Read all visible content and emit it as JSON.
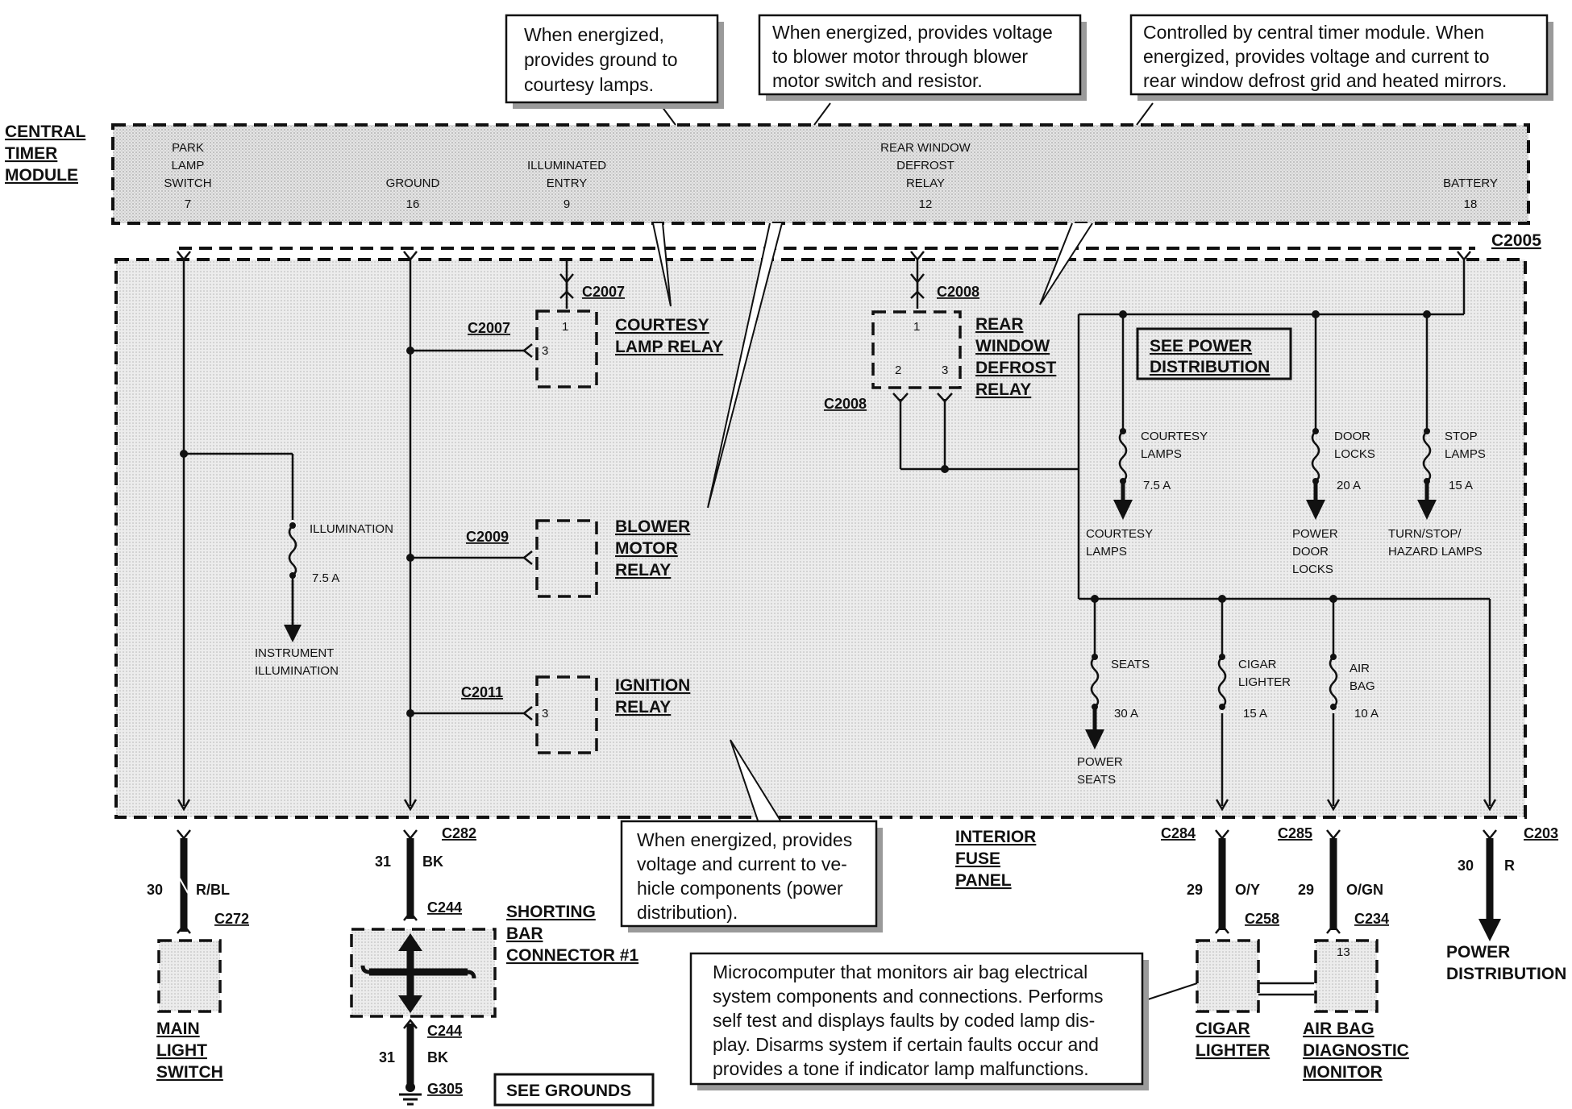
{
  "central_timer_module": {
    "title_lines": [
      "CENTRAL",
      "TIMER",
      "MODULE"
    ],
    "pins": [
      {
        "lines": [
          "PARK",
          "LAMP",
          "SWITCH"
        ],
        "pin": "7"
      },
      {
        "lines": [
          "GROUND"
        ],
        "pin": "16"
      },
      {
        "lines": [
          "ILLUMINATED",
          "ENTRY"
        ],
        "pin": "9"
      },
      {
        "lines": [
          "REAR WINDOW",
          "DEFROST",
          "RELAY"
        ],
        "pin": "12"
      },
      {
        "lines": [
          "BATTERY"
        ],
        "pin": "18"
      }
    ]
  },
  "callouts": {
    "courtesy": [
      "When energized,",
      "provides ground to",
      "courtesy lamps."
    ],
    "blower": [
      "When energized, provides voltage",
      "to blower motor through  blower",
      "motor switch and resistor."
    ],
    "defrost": [
      "Controlled by central timer module. When",
      "energized, provides voltage and current to",
      "rear window defrost grid and heated mirrors."
    ],
    "ignition": [
      "When energized, provides",
      "voltage and current to ve-",
      "hicle components (power",
      "distribution)."
    ],
    "airbag": [
      "Microcomputer that monitors air bag electrical",
      "system components and connections. Performs",
      "self test and displays faults by coded lamp dis-",
      "play. Disarms system if certain faults occur and",
      "provides a tone if indicator lamp malfunctions."
    ]
  },
  "connectors": {
    "c2005": "C2005",
    "c2007_top": "C2007",
    "c2007_left": "C2007",
    "c2008_top": "C2008",
    "c2008_left": "C2008",
    "c2009": "C2009",
    "c2011": "C2011",
    "c282": "C282",
    "c272": "C272",
    "c244_top": "C244",
    "c244_bottom": "C244",
    "g305": "G305",
    "c284": "C284",
    "c285": "C285",
    "c203": "C203",
    "c258": "C258",
    "c234": "C234"
  },
  "relays": {
    "courtesy": {
      "lines": [
        "COURTESY",
        "LAMP RELAY"
      ],
      "pin_top": "1",
      "pin_side": "3"
    },
    "defrost": {
      "lines": [
        "REAR",
        "WINDOW",
        "DEFROST",
        "RELAY"
      ],
      "pin_top": "1",
      "pin_a": "2",
      "pin_b": "3"
    },
    "blower": {
      "lines": [
        "BLOWER",
        "MOTOR",
        "RELAY"
      ]
    },
    "ignition": {
      "lines": [
        "IGNITION",
        "RELAY"
      ],
      "pin_side": "3"
    }
  },
  "fuses": {
    "illumination": {
      "name": "ILLUMINATION",
      "rating": "7.5 A",
      "dest": [
        "INSTRUMENT",
        "ILLUMINATION"
      ]
    },
    "courtesy": {
      "name": [
        "COURTESY",
        "LAMPS"
      ],
      "rating": "7.5 A",
      "dest": [
        "COURTESY",
        "LAMPS"
      ]
    },
    "door": {
      "name": [
        "DOOR",
        "LOCKS"
      ],
      "rating": "20 A",
      "dest": [
        "POWER",
        "DOOR",
        "LOCKS"
      ]
    },
    "stop": {
      "name": [
        "STOP",
        "LAMPS"
      ],
      "rating": "15 A",
      "dest": [
        "TURN/STOP/",
        "HAZARD LAMPS"
      ]
    },
    "seats": {
      "name": "SEATS",
      "rating": "30 A",
      "dest": [
        "POWER",
        "SEATS"
      ]
    },
    "cigar": {
      "name": [
        "CIGAR",
        "LIGHTER"
      ],
      "rating": "15 A"
    },
    "airbag": {
      "name": [
        "AIR",
        "BAG"
      ],
      "rating": "10 A"
    }
  },
  "see_power_distribution": [
    "SEE POWER",
    "DISTRIBUTION"
  ],
  "interior_fuse_panel": [
    "INTERIOR",
    "FUSE",
    "PANEL"
  ],
  "wires": {
    "main": {
      "circuit": "30",
      "color": "R/BL"
    },
    "ground_top": {
      "circuit": "31",
      "color": "BK"
    },
    "ground_bottom": {
      "circuit": "31",
      "color": "BK"
    },
    "cigar": {
      "circuit": "29",
      "color": "O/Y"
    },
    "airbag": {
      "circuit": "29",
      "color": "O/GN"
    },
    "battery": {
      "circuit": "30",
      "color": "R"
    }
  },
  "components": {
    "main_light_switch": [
      "MAIN",
      "LIGHT",
      "SWITCH"
    ],
    "shorting_bar": [
      "SHORTING",
      "BAR",
      "CONNECTOR #1"
    ],
    "cigar_lighter": [
      "CIGAR",
      "LIGHTER"
    ],
    "airbag_monitor": [
      "AIR BAG",
      "DIAGNOSTIC",
      "MONITOR"
    ],
    "airbag_pin": "13",
    "power_distribution": [
      "POWER",
      "DISTRIBUTION"
    ],
    "see_grounds": "SEE GROUNDS"
  }
}
